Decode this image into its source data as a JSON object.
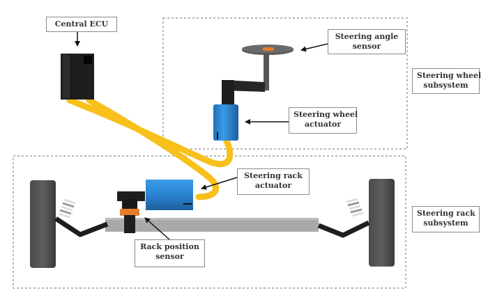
{
  "diagram": {
    "title": "Steer-by-wire system layout",
    "colors": {
      "cable": "#f7c01a",
      "actuator": "#2a87d6",
      "sensor": "#e57c28",
      "ecu": "#1e1e1e",
      "rack": "#a9a9a9",
      "wheel": "#555555",
      "dashed_border": "#a0a0a0"
    },
    "labels": {
      "central_ecu": {
        "line1": "Central ECU"
      },
      "steering_angle_sensor": {
        "line1": "Steering angle",
        "line2": "sensor"
      },
      "steering_wheel_subsystem": {
        "line1": "Steering wheel",
        "line2": "subsystem"
      },
      "steering_wheel_actuator": {
        "line1": "Steering wheel",
        "line2": "actuator"
      },
      "steering_rack_actuator": {
        "line1": "Steering rack",
        "line2": "actuator"
      },
      "steering_rack_subsystem": {
        "line1": "Steering rack",
        "line2": "subsystem"
      },
      "rack_position_sensor": {
        "line1": "Rack position",
        "line2": "sensor"
      }
    },
    "groups": [
      {
        "name": "Steering wheel subsystem"
      },
      {
        "name": "Steering rack subsystem"
      }
    ]
  }
}
